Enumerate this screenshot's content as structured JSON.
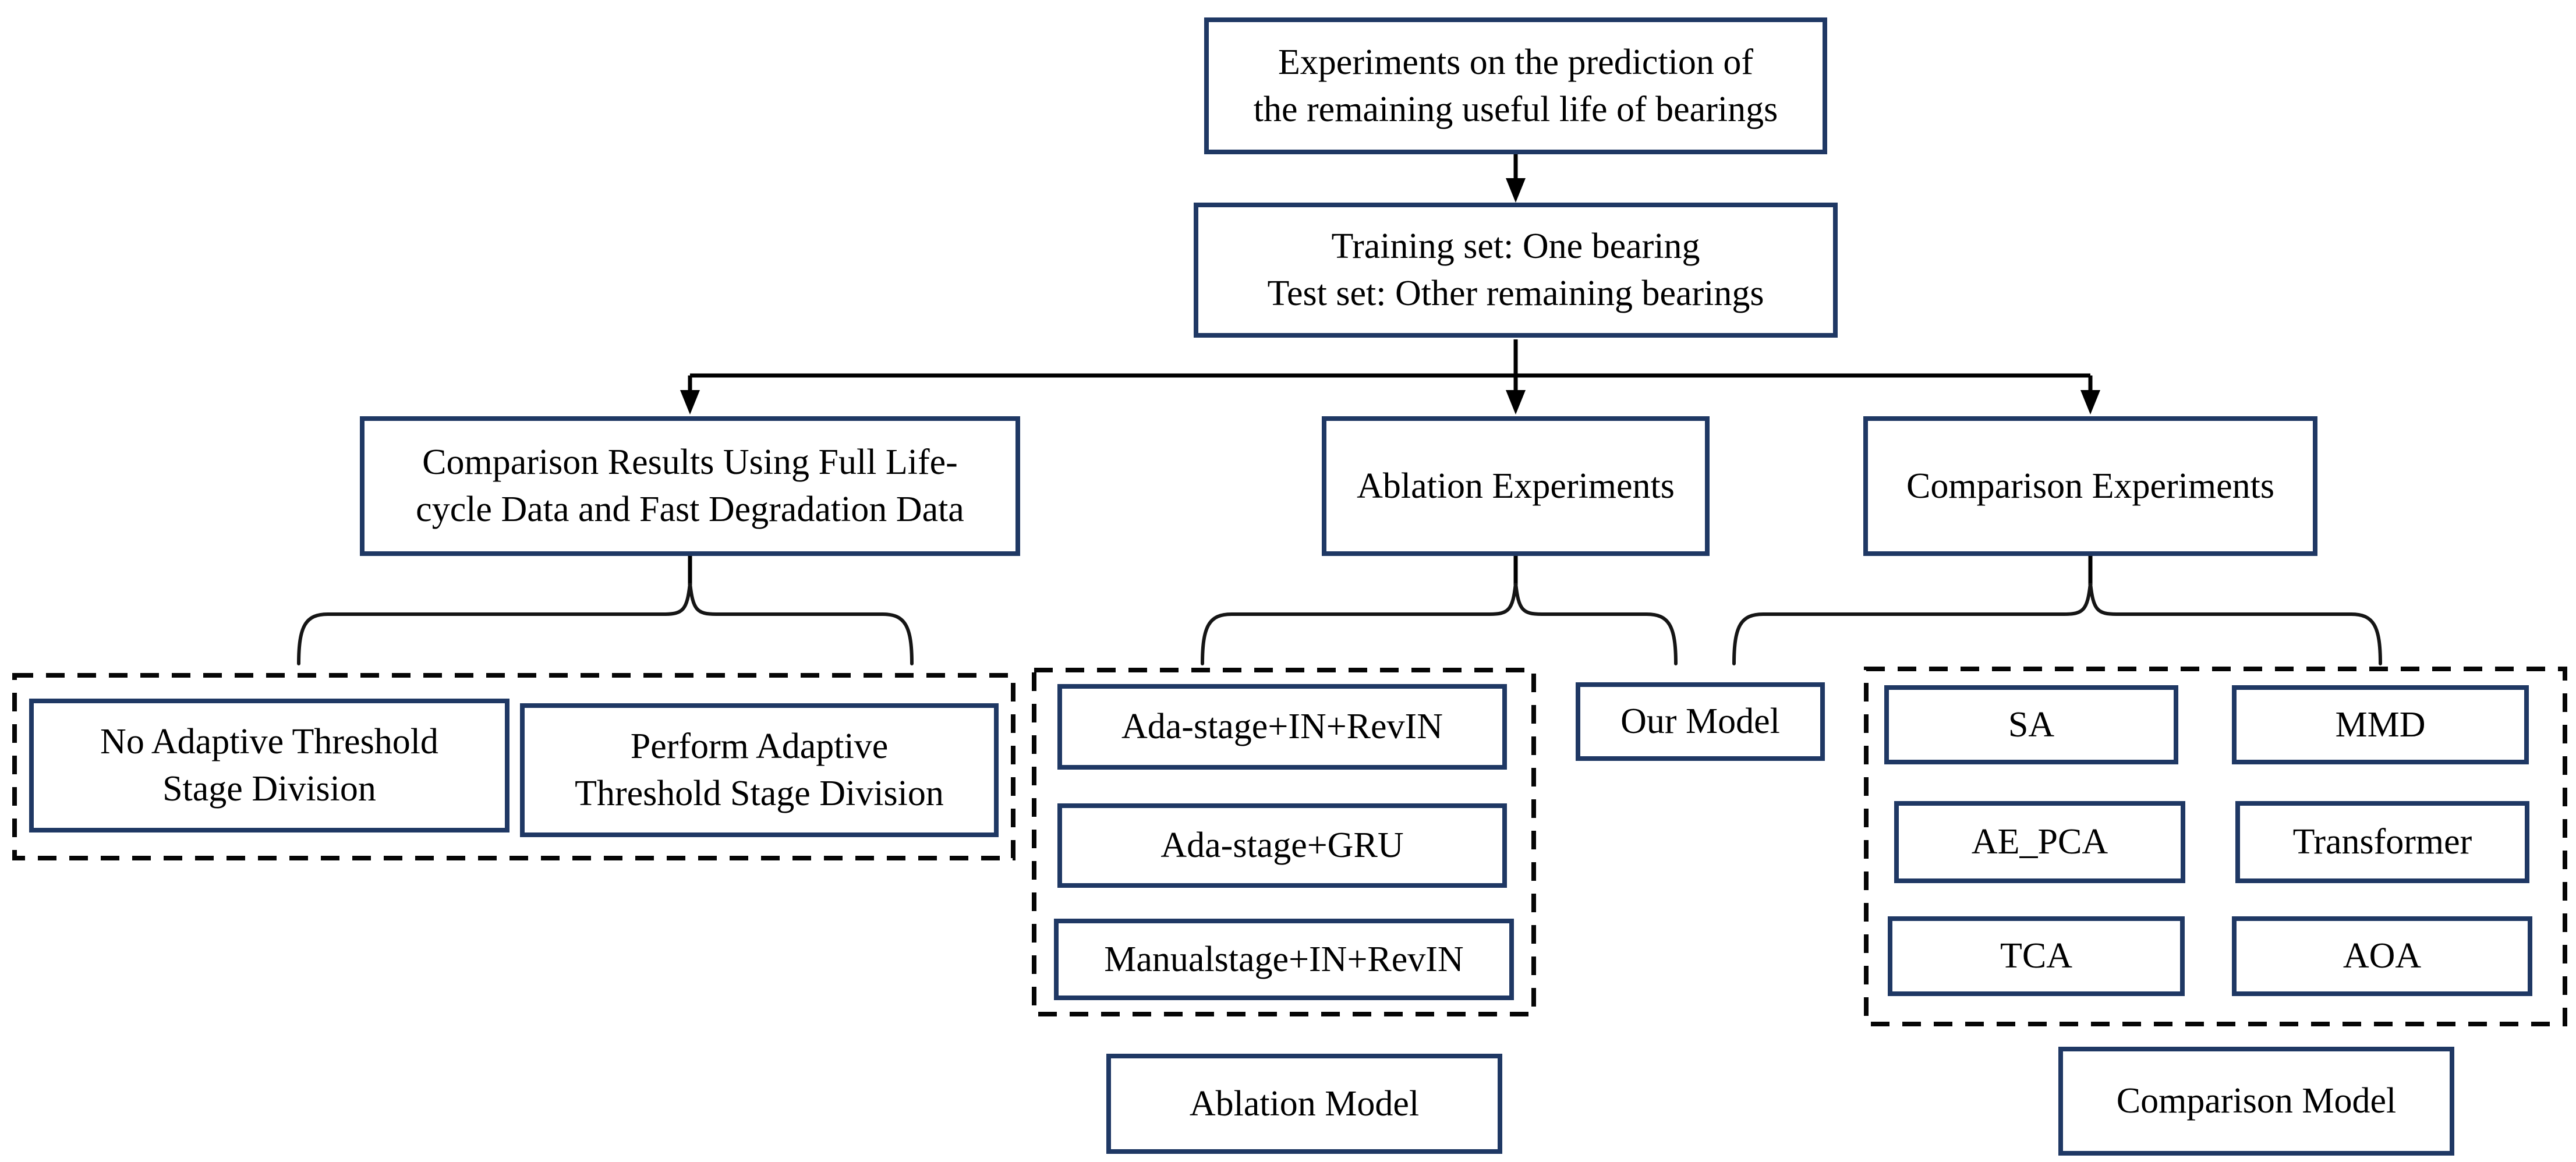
{
  "diagram": {
    "background": "#ffffff",
    "colors": {
      "box_border": "#1f3864",
      "connector": "#000000",
      "dashed_border": "#060606",
      "text": "#000000"
    },
    "root_box": {
      "label": "Experiments on the prediction of\nthe remaining useful life of bearings"
    },
    "setup_box": {
      "label": "Training set: One bearing\nTest set: Other remaining bearings"
    },
    "branches": {
      "full_lifecycle": {
        "label": "Comparison Results Using Full Life-\ncycle Data and Fast Degradation Data"
      },
      "ablation": {
        "label": "Ablation Experiments"
      },
      "comparison": {
        "label": "Comparison Experiments"
      }
    },
    "stage_division_group": {
      "items": [
        "No Adaptive Threshold\nStage Division",
        "Perform Adaptive\nThreshold Stage Division"
      ]
    },
    "ablation_group": {
      "items": [
        "Ada-stage+IN+RevIN",
        "Ada-stage+GRU",
        "Manualstage+IN+RevIN"
      ],
      "caption": "Ablation Model"
    },
    "our_model_box": {
      "label": "Our Model"
    },
    "comparison_group": {
      "items": [
        "SA",
        "MMD",
        "AE_PCA",
        "Transformer",
        "TCA",
        "AOA"
      ],
      "caption": "Comparison Model"
    }
  }
}
